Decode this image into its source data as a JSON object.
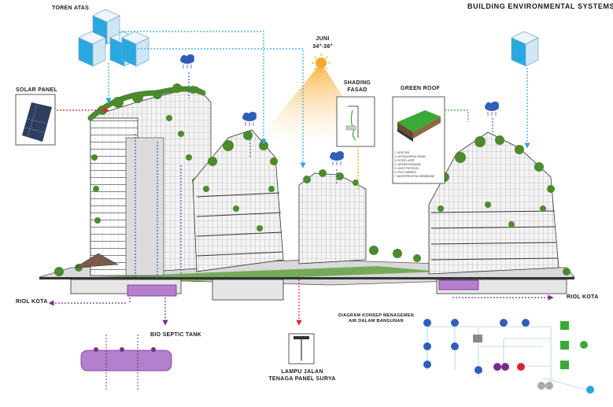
{
  "title": "BUILDING ENVIRONMENTAL SYSTEMS",
  "labels": {
    "toren_atas": "TOREN ATAS",
    "solar_panel": "SOLAR PANEL",
    "juni_line1": "JUNI",
    "juni_line2": "34°-36°",
    "shading_line1": "SHADING",
    "shading_line2": "FASAD",
    "green_roof": "GREEN ROOF",
    "riol_kota_left": "RIOL KOTA",
    "riol_kota_right": "RIOL KOTA",
    "bio_septic_tank": "BIO SEPTIC TANK",
    "lampu_line1": "LAMPU JALAN",
    "lampu_line2": "TENAGA PANEL SURYA",
    "diagram_line1": "DIAGRAM KONSEP MENAGEMEN",
    "diagram_line2": "AIR DALAM BANGUNAN"
  },
  "green_roof_layers": [
    "1. VEGETASI",
    "2. LAPISAN MEDIA TANAM",
    "3. FILTER LAYER",
    "4. LAPISAN DRAINASE",
    "5. LAYER PROTEKSI",
    "6. ROOT BARRIER",
    "7. WATERPROOFING MEMBRANE"
  ],
  "colors": {
    "red": "#d8262e",
    "blue": "#2f5fb8",
    "cyan": "#29a8df",
    "purple": "#7b2d8e",
    "orange": "#f0a018",
    "green": "#3aa935",
    "sun": "#f7a928",
    "tank": "#b47fcd"
  },
  "icons": [
    "water-tank-icon",
    "solar-panel-icon",
    "rain-cloud-icon",
    "sun-icon",
    "street-lamp-icon",
    "septic-tank-icon",
    "arrow-icon"
  ]
}
